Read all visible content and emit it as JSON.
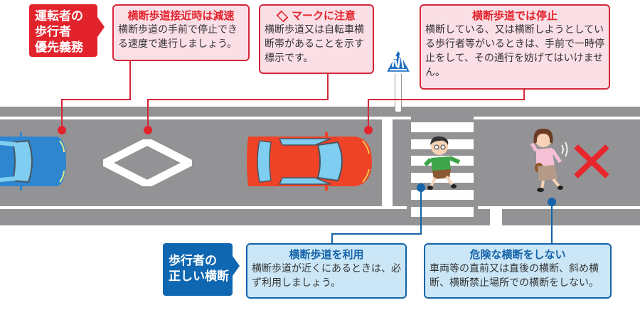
{
  "driver_section": {
    "tag_label_lines": [
      "運転者の",
      "歩行者",
      "優先義務"
    ],
    "color": "#e3232c",
    "callouts": [
      {
        "title": "横断歩道接近時は減速",
        "body": "横断歩道の手前で停止できる速度で進行しましょう。"
      },
      {
        "title": "マークに注意",
        "title_icon": "diamond-mark-icon",
        "body": "横断歩道又は自転車横断帯があることを示す標示です。"
      },
      {
        "title": "横断歩道では停止",
        "body": "横断している、又は横断しようとしている歩行者等がいるときは、手前で一時停止をして、その通行を妨げてはいけません。"
      }
    ]
  },
  "pedestrian_section": {
    "tag_label_lines": [
      "歩行者の",
      "正しい横断"
    ],
    "color": "#0f67b2",
    "callouts": [
      {
        "title": "横断歩道を利用",
        "body": "横断歩道が近くにあるときは、必ず利用しましょう。"
      },
      {
        "title": "危険な横断をしない",
        "body": "車両等の直前又は直後の横断、斜め横断、横断禁止場所での横断をしない。"
      }
    ]
  },
  "scene": {
    "road_color": "#939396",
    "elements": [
      "blue-car",
      "diamond-road-marking",
      "red-car",
      "crosswalk-sign",
      "crosswalk",
      "boy-pedestrian",
      "woman-pedestrian",
      "red-x-mark"
    ]
  }
}
